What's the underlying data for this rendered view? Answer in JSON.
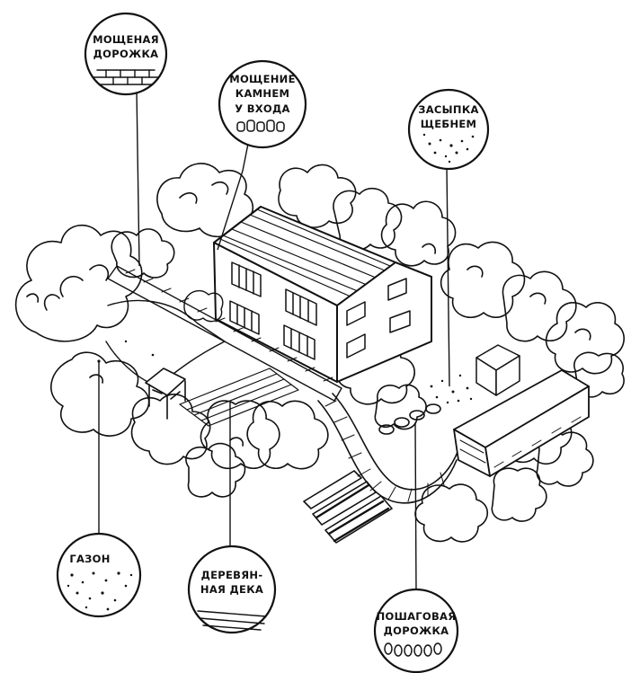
{
  "callouts": [
    {
      "id": "paved-path",
      "lines": [
        "МОЩЕНАЯ",
        "ДОРОЖКА"
      ],
      "texture": "bricks"
    },
    {
      "id": "entrance-paving",
      "lines": [
        "МОЩЕНИЕ",
        "КАМНЕМ",
        "У ВХОДА"
      ],
      "texture": "cobbles"
    },
    {
      "id": "gravel",
      "lines": [
        "ЗАСЫПКА",
        "ЩЕБНЕМ"
      ],
      "texture": "dots"
    },
    {
      "id": "lawn",
      "lines": [
        "ГАЗОН"
      ],
      "texture": "speckle"
    },
    {
      "id": "deck",
      "lines": [
        "ДЕРЕВЯН-",
        "НАЯ ДЕКА"
      ],
      "texture": "planks"
    },
    {
      "id": "stepping-path",
      "lines": [
        "ПОШАГОВАЯ",
        "ДОРОЖКА"
      ],
      "texture": "stones"
    }
  ],
  "ink_color": "#111111",
  "paper_color": "#ffffff"
}
